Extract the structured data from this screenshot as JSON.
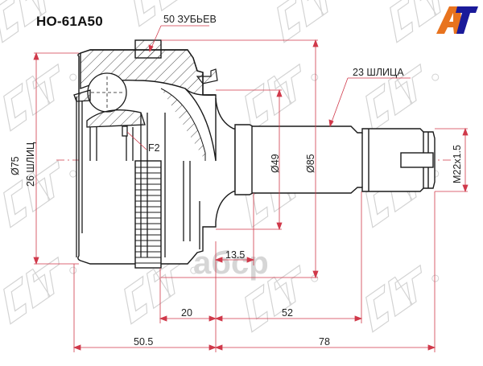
{
  "diagram": {
    "part_number": "HO-61A50",
    "type": "CV joint (outer) technical drawing",
    "colors": {
      "outline": "#1a1a1a",
      "dimension": "#d0394a",
      "watermark": "#c8c8c8",
      "logo_orange": "#e8731e",
      "logo_blue": "#1a1a9a"
    },
    "callouts": {
      "abs_teeth": "50 ЗУБЬЕВ",
      "outer_splines": "23 ШЛИЦА",
      "inner_splines": "26 ШЛИЦ",
      "clip": "F2"
    },
    "dimensions": {
      "housing_diameter": "Ø75",
      "shaft_diameter": "Ø49",
      "abs_ring_diameter": "Ø85",
      "thread": "M22x1.5",
      "seal_offset": "13.5",
      "abs_to_shoulder": "20",
      "shoulder_to_spline_end": "52",
      "housing_to_shoulder": "50.5",
      "shoulder_to_end": "78"
    },
    "watermark_text": "SAT",
    "logo": "AT"
  }
}
